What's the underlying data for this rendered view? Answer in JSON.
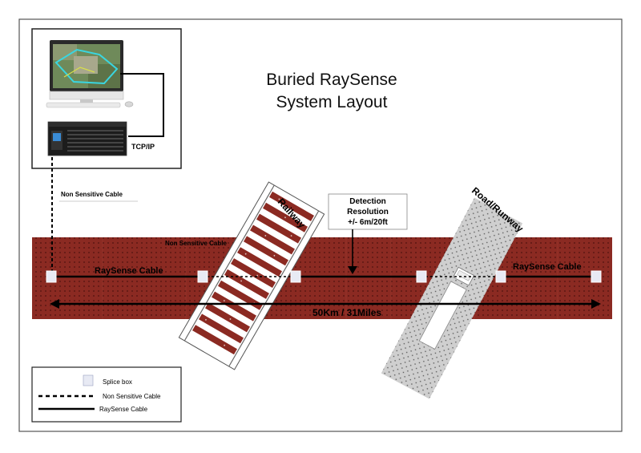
{
  "title": {
    "line1": "Buried RaySense",
    "line2": "System Layout"
  },
  "labels": {
    "tcpip": "TCP/IP",
    "non_sensitive_cable_left": "Non Sensitive Cable",
    "non_sensitive_cable_band": "Non Sensitive Cable",
    "raysense_cable_left": "RaySense Cable",
    "raysense_cable_right": "RaySense Cable",
    "railway": "Railway",
    "road_runway": "Road/Runway",
    "distance": "50Km / 31Miles"
  },
  "detection": {
    "line1": "Detection",
    "line2": "Resolution",
    "line3": "+/- 6m/20ft"
  },
  "legend": {
    "splice_box": "Splice box",
    "non_sensitive_cable": "Non Sensitive Cable",
    "raysense_cable": "RaySense Cable"
  },
  "colors": {
    "band": "#8b2a22",
    "band_dots": "#5a1410",
    "road": "#cfcfcf",
    "splice_box": "#e8eaf4"
  },
  "icons": {
    "computer": "monitor-keyboard-mouse-icon",
    "controller": "rack-controller-icon"
  }
}
